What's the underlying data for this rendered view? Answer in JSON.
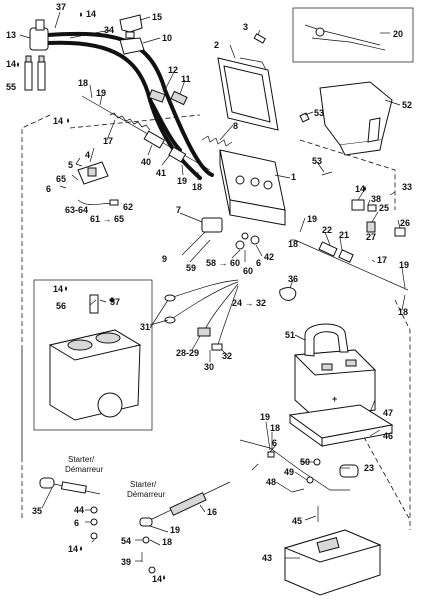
{
  "callouts": {
    "c1": "1",
    "c2": "2",
    "c3": "3",
    "c4": "4",
    "c5": "5",
    "c6a": "6",
    "c6b": "6",
    "c6c": "6",
    "c7": "7",
    "c8": "8",
    "c9": "9",
    "c10": "10",
    "c11": "11",
    "c12": "12",
    "c13": "13",
    "c14a": "14",
    "c14b": "14",
    "c14c": "14",
    "c14d": "14",
    "c14e": "14",
    "c14f": "14",
    "c14g": "14",
    "c15": "15",
    "c16": "16",
    "c17a": "17",
    "c17b": "17",
    "c18a": "18",
    "c18b": "18",
    "c18c": "18",
    "c18d": "18",
    "c18e": "18",
    "c18f": "18",
    "c19a": "19",
    "c19b": "19",
    "c19c": "19",
    "c19d": "19",
    "c19e": "19",
    "c19f": "19",
    "c20": "20",
    "c21": "21",
    "c22": "22",
    "c23": "23",
    "c24": "24 → 32",
    "c25": "25",
    "c26": "26",
    "c27": "27",
    "c28": "28-29",
    "c30": "30",
    "c31": "31",
    "c32": "32",
    "c33": "33",
    "c34": "34",
    "c35": "35",
    "c36": "36",
    "c37": "37",
    "c38": "38",
    "c39": "39",
    "c40": "40",
    "c41": "41",
    "c42": "42",
    "c43": "43",
    "c44": "44",
    "c45": "45",
    "c46": "46",
    "c47": "47",
    "c48": "48",
    "c49": "49",
    "c50": "50",
    "c51": "51",
    "c52": "52",
    "c53a": "53",
    "c53b": "53",
    "c54": "54",
    "c55": "55",
    "c56": "56",
    "c57": "57",
    "c58": "58 → 60",
    "c59": "59",
    "c60": "60",
    "c61": "61 → 65",
    "c62": "62",
    "c6364": "63-64",
    "c65": "65"
  },
  "starter_label_1": "Starter/",
  "starter_label_2": "Démarreur",
  "starter_label_3": "Starter/",
  "starter_label_4": "Démarreur",
  "colors": {
    "line": "#111111",
    "fill": "#ffffff",
    "shade": "#d8d8d8"
  }
}
